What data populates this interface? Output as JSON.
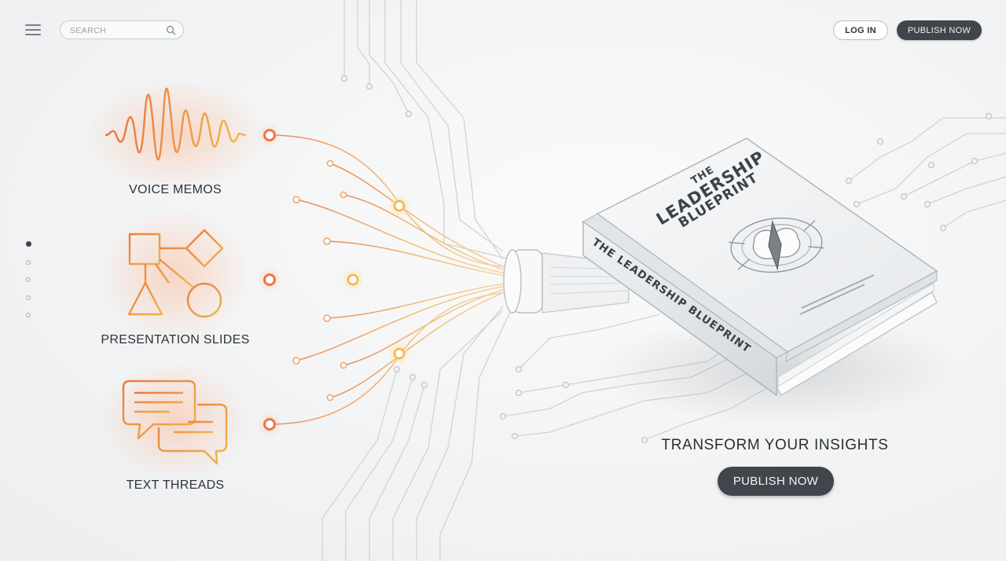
{
  "header": {
    "menu_icon": "hamburger-menu-icon",
    "search": {
      "placeholder": "SEARCH",
      "icon": "search-icon"
    },
    "login_label": "LOG IN",
    "publish_label": "PUBLISH NOW"
  },
  "pagination": {
    "count": 5,
    "active_index": 0
  },
  "sources": [
    {
      "label": "VOICE MEMOS",
      "icon": "waveform-icon"
    },
    {
      "label": "PRESENTATION SLIDES",
      "icon": "shapes-diagram-icon"
    },
    {
      "label": "TEXT THREADS",
      "icon": "chat-bubbles-icon"
    }
  ],
  "book": {
    "cover_title": [
      "THE",
      "LEADERSHIP",
      "BLUEPRINT"
    ],
    "spine_title": "THE LEADERSHIP BLUEPRINT",
    "emblem_icon": "compass-brain-icon"
  },
  "hero": {
    "headline": "TRANSFORM YOUR INSIGHTS",
    "cta_label": "PUBLISH NOW"
  },
  "colors": {
    "accent_orange": "#e8703f",
    "accent_amber": "#f0b64a",
    "dark_button": "#40464c",
    "circuit_gray": "#c9cdd1"
  }
}
